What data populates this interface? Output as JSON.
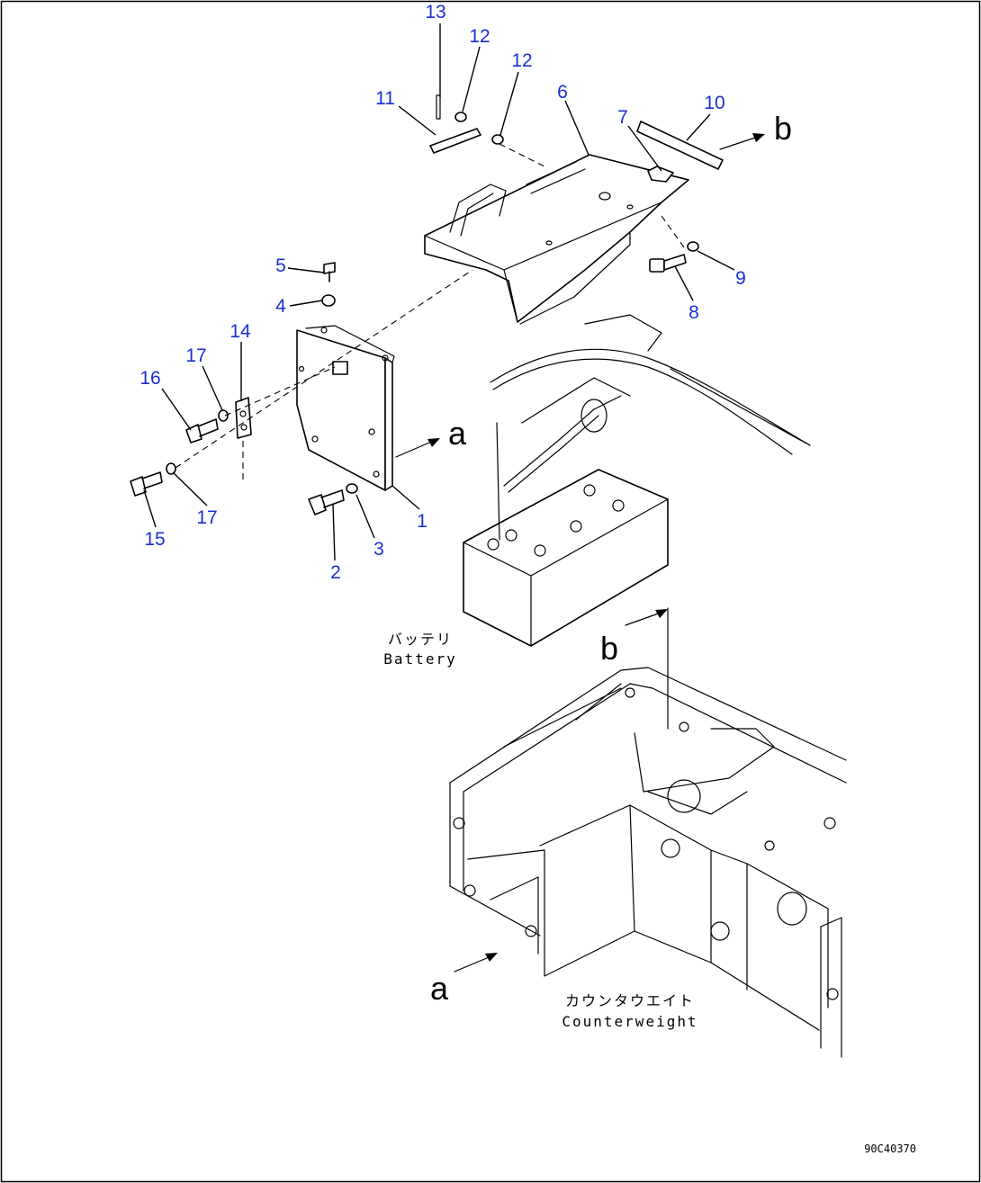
{
  "callouts": [
    {
      "id": "13",
      "label": "13"
    },
    {
      "id": "12a",
      "label": "12"
    },
    {
      "id": "12b",
      "label": "12"
    },
    {
      "id": "11",
      "label": "11"
    },
    {
      "id": "6",
      "label": "6"
    },
    {
      "id": "7",
      "label": "7"
    },
    {
      "id": "10",
      "label": "10"
    },
    {
      "id": "5",
      "label": "5"
    },
    {
      "id": "4",
      "label": "4"
    },
    {
      "id": "9",
      "label": "9"
    },
    {
      "id": "8",
      "label": "8"
    },
    {
      "id": "14",
      "label": "14"
    },
    {
      "id": "17a",
      "label": "17"
    },
    {
      "id": "16",
      "label": "16"
    },
    {
      "id": "1",
      "label": "1"
    },
    {
      "id": "17b",
      "label": "17"
    },
    {
      "id": "15",
      "label": "15"
    },
    {
      "id": "2",
      "label": "2"
    },
    {
      "id": "3",
      "label": "3"
    }
  ],
  "view_markers": {
    "a_top": "a",
    "b_top": "b",
    "b_bottom": "b",
    "a_bottom": "a"
  },
  "captions": {
    "battery_ja": "バッテリ",
    "battery_en": "Battery",
    "counterweight_ja": "カウンタウエイト",
    "counterweight_en": "Counterweight"
  },
  "drawing_number": "90C40370",
  "colors": {
    "part_number": "#1a2fd1",
    "line_art": "#000000",
    "background": "#ffffff"
  }
}
